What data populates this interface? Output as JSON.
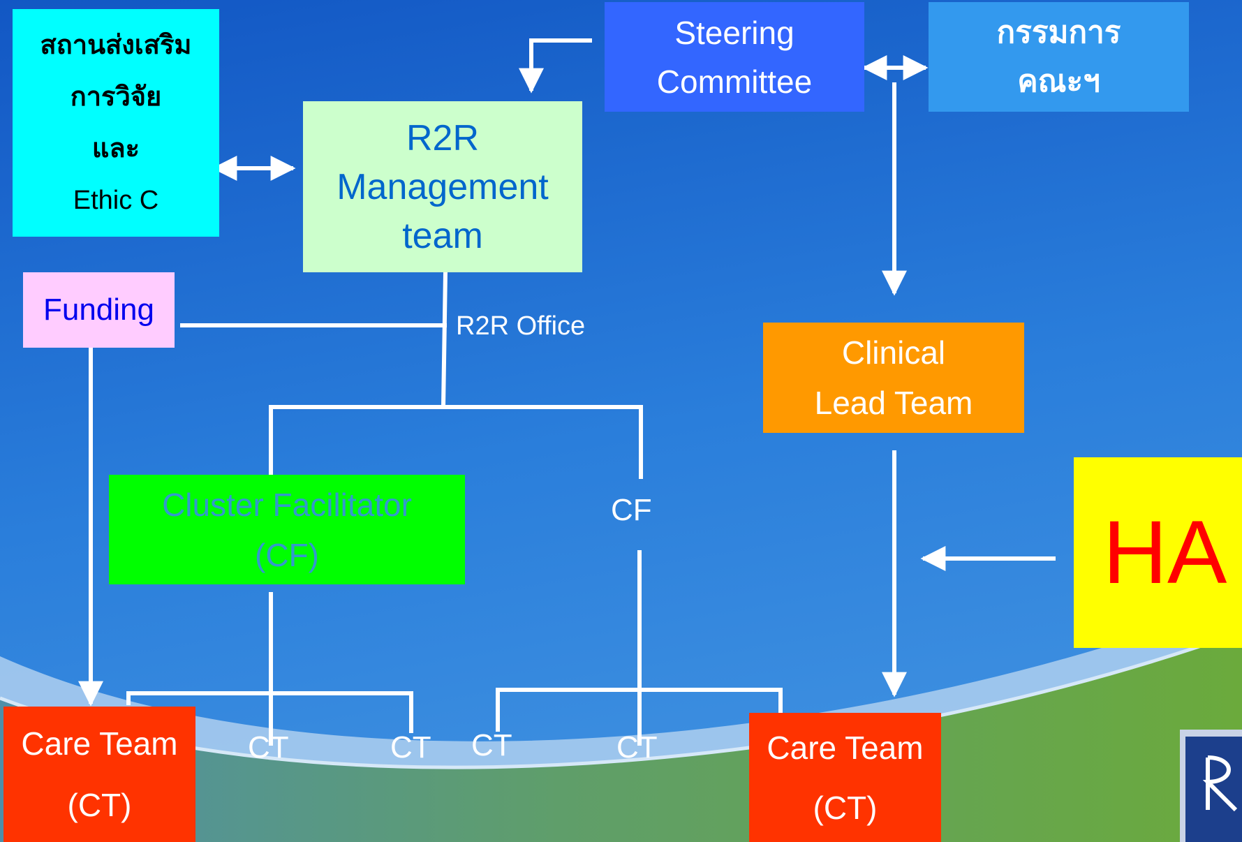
{
  "nodes": {
    "research_unit": {
      "lines": [
        "สถานส่งเสริม",
        "การวิจัย",
        "และ",
        "Ethic C"
      ],
      "fill": "#00FFFF",
      "text_color": "#000000"
    },
    "steering": {
      "lines": [
        "Steering",
        "Committee"
      ],
      "fill": "#3366FF",
      "text_color": "#FFFFFF"
    },
    "faculty_committee": {
      "lines": [
        "กรรมการ",
        "คณะฯ"
      ],
      "fill": "#3399EE",
      "text_color": "#FFFFFF"
    },
    "r2r_mgmt": {
      "lines": [
        "R2R",
        "Management",
        "team"
      ],
      "fill": "#CCFFCC",
      "text_color": "#0066CC"
    },
    "funding": {
      "lines": [
        "Funding"
      ],
      "fill": "#FFCCFF",
      "text_color": "#0000EE"
    },
    "clinical_lead": {
      "lines": [
        "Clinical",
        "Lead Team"
      ],
      "fill": "#FF9900",
      "text_color": "#FFFFFF"
    },
    "cluster_facilitator": {
      "lines": [
        "Cluster Facilitator",
        "(CF)"
      ],
      "fill": "#00FF00",
      "text_color": "#3399CC"
    },
    "ha": {
      "lines": [
        "HA"
      ],
      "fill": "#FFFF00",
      "text_color": "#FF0000"
    },
    "care_team_left": {
      "lines": [
        "Care Team",
        "(CT)"
      ],
      "fill": "#FF3300",
      "text_color": "#FFFFFF"
    },
    "care_team_right": {
      "lines": [
        "Care Team",
        "(CT)"
      ],
      "fill": "#FF3300",
      "text_color": "#FFFFFF"
    }
  },
  "labels": {
    "r2r_office": "R2R Office",
    "cf": "CF",
    "ct": [
      "CT",
      "CT",
      "CT",
      "CT"
    ]
  },
  "colors": {
    "connector": "#FFFFFF",
    "background": "#1E6FD0"
  }
}
